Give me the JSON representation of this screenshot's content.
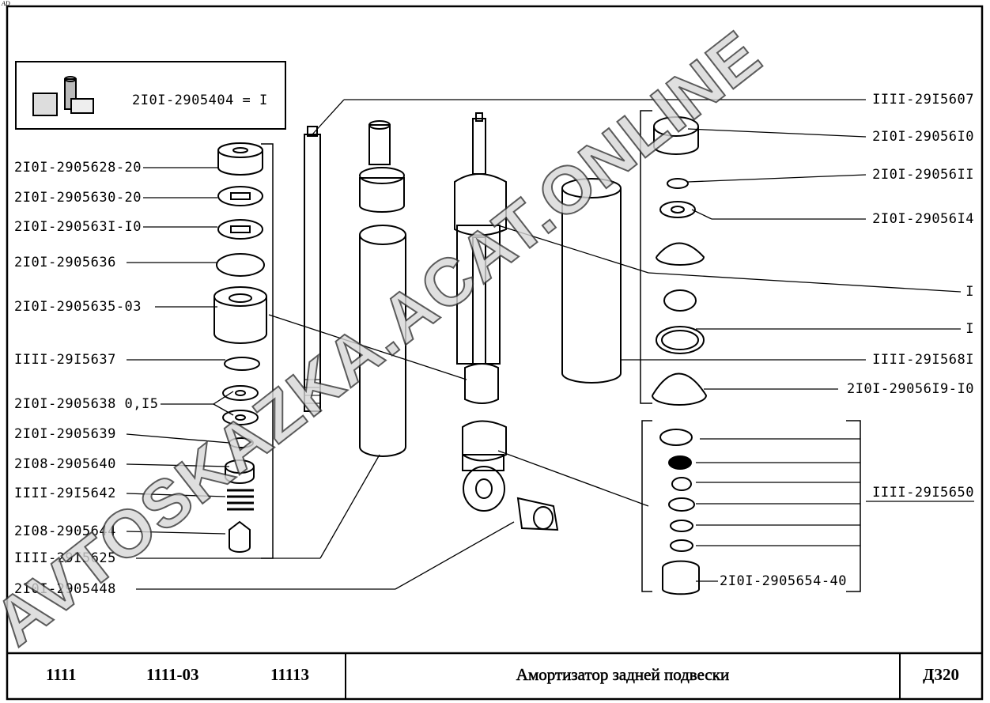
{
  "corner_mark": "AD",
  "kit": {
    "label": "2I0I-2905404 = I"
  },
  "left_labels": [
    "2I0I-2905628-20",
    "2I0I-2905630-20",
    "2I0I-290563I-I0",
    "2I0I-2905636",
    "2I0I-2905635-03",
    "IIII-29I5637",
    "2I0I-2905638 0,I5",
    "2I0I-2905639",
    "2I08-2905640",
    "IIII-29I5642",
    "2I08-2905644",
    "IIII-29I5625",
    "2I0I-2905448"
  ],
  "right_labels": [
    "IIII-29I5607",
    "2I0I-29056I0",
    "2I0I-29056II",
    "2I0I-29056I4",
    "I",
    "I",
    "IIII-29I568I",
    "2I0I-29056I9-I0",
    "IIII-29I5650",
    "2I0I-2905654-40"
  ],
  "watermark": "AVTOSKAZKA.ACAT.ONLINE",
  "footer": {
    "models": [
      "1111",
      "1111-03",
      "11113"
    ],
    "title": "Амортизатор задней подвески",
    "code": "Д320"
  }
}
